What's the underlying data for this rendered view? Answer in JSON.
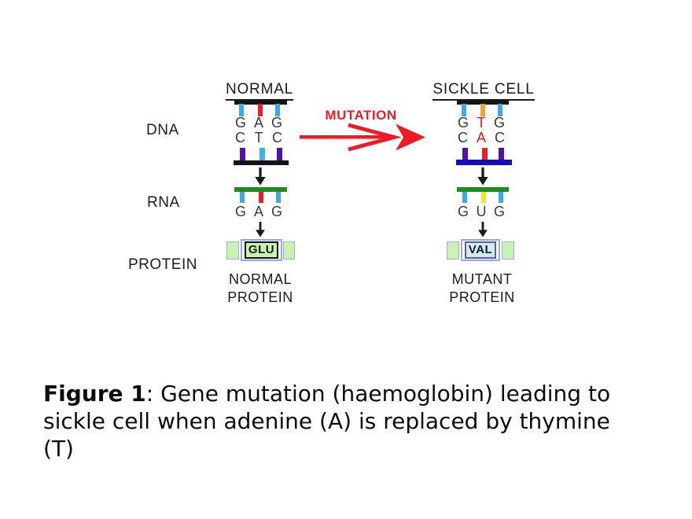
{
  "headings": {
    "normal": "NORMAL",
    "sickle": "SICKLE CELL"
  },
  "row_labels": {
    "dna": "DNA",
    "rna": "RNA",
    "protein": "PROTEIN"
  },
  "mutation": {
    "label": "MUTATION",
    "color": "#ed1c24"
  },
  "normal": {
    "dna": {
      "top_bar": "#141414",
      "bottom_bar": "#141414",
      "top_ticks": [
        "#3fa8ea",
        "#ee1c25",
        "#3fa8ea"
      ],
      "bottom_ticks": [
        "#5410a6",
        "#39b6e8",
        "#5410a6"
      ],
      "codon_top": [
        {
          "char": "G",
          "color": "#3a3a3a"
        },
        {
          "char": "A",
          "color": "#3a3a3a"
        },
        {
          "char": "G",
          "color": "#3a3a3a"
        }
      ],
      "codon_bottom": [
        {
          "char": "C",
          "color": "#3a3a3a"
        },
        {
          "char": "T",
          "color": "#3a3a3a"
        },
        {
          "char": "C",
          "color": "#3a3a3a"
        }
      ]
    },
    "rna": {
      "bar": "#1e8c1e",
      "ticks": [
        "#3fa8ea",
        "#ee1c25",
        "#3fa8ea"
      ],
      "codon": [
        {
          "char": "G",
          "color": "#3a3a3a"
        },
        {
          "char": "A",
          "color": "#3a3a3a"
        },
        {
          "char": "G",
          "color": "#3a3a3a"
        }
      ]
    },
    "protein": {
      "residue": "GLU",
      "box_fill": "#c9f2ae",
      "box_border": "#141414",
      "side_fill": "#c9f2ae",
      "caption_line1": "NORMAL",
      "caption_line2": "PROTEIN"
    }
  },
  "sickle": {
    "dna": {
      "top_bar": "#141414",
      "bottom_bar": "#0d0dbb",
      "top_ticks": [
        "#3fa8ea",
        "#f2a231",
        "#3fa8ea"
      ],
      "bottom_ticks": [
        "#5410a6",
        "#ee1c25",
        "#5410a6"
      ],
      "codon_top": [
        {
          "char": "G",
          "color": "#3a3a3a"
        },
        {
          "char": "T",
          "color": "#e8141e"
        },
        {
          "char": "G",
          "color": "#3a3a3a"
        }
      ],
      "codon_bottom": [
        {
          "char": "C",
          "color": "#3a3a3a"
        },
        {
          "char": "A",
          "color": "#e8141e"
        },
        {
          "char": "C",
          "color": "#3a3a3a"
        }
      ]
    },
    "rna": {
      "bar": "#1e8c1e",
      "ticks": [
        "#3fa8ea",
        "#f2e331",
        "#3fa8ea"
      ],
      "codon": [
        {
          "char": "G",
          "color": "#3a3a3a"
        },
        {
          "char": "U",
          "color": "#3a3a3a"
        },
        {
          "char": "G",
          "color": "#3a3a3a"
        }
      ]
    },
    "protein": {
      "residue": "VAL",
      "box_fill": "#cdeef8",
      "box_border": "#5c5ca8",
      "side_fill": "#c9f2ae",
      "caption_line1": "MUTANT",
      "caption_line2": "PROTEIN"
    }
  },
  "caption": {
    "bold": "Figure 1",
    "line1_rest": ": Gene mutation (haemoglobin) leading to",
    "line2": "sickle cell when adenine (A) is replaced by thymine",
    "line3": "(T)"
  }
}
